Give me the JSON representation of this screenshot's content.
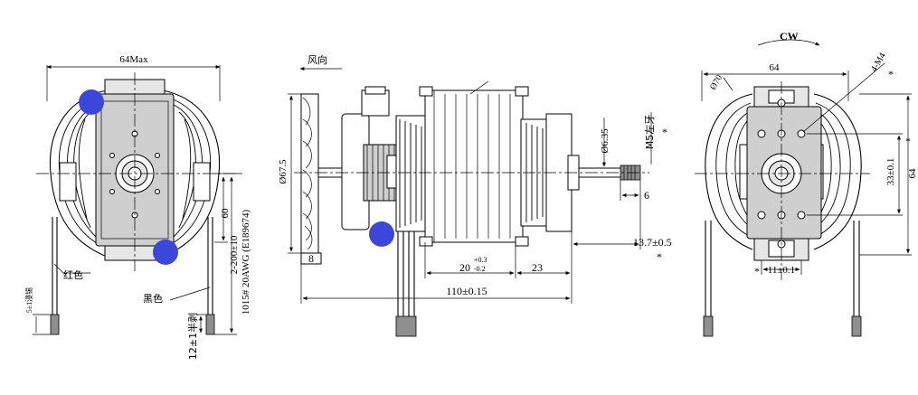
{
  "front_view": {
    "width_label": "64Max",
    "height_dim": "60",
    "wire_len": "2-200±10",
    "wire_spec": "1015# 20AWG (E189674)",
    "red_label": "红色",
    "black_label": "黑色",
    "tin_label": "5±1浸锡",
    "strip_label": "12±1半剥"
  },
  "side_view": {
    "wind_dir": "风向",
    "fan_dia": "Ø67.5",
    "fan_width": "8",
    "stack_main": "20",
    "stack_tol_plus": "+0.3",
    "stack_tol_minus": "-0.2",
    "dim_23": "23",
    "total_len": "110±0.15",
    "shaft_dia": "Ø6.35",
    "thread": "M5左牙",
    "thread_len": "6",
    "shaft_ext": "13.7±0.5",
    "mark": "*"
  },
  "end_view": {
    "rotation": "CW",
    "width": "64",
    "hole_dia": "Ø70",
    "screws": "4-M4",
    "hole_pitch": "33±0.1",
    "height": "64",
    "bottom_dim": "11±0.1",
    "mark": "*"
  },
  "colors": {
    "marker": "#3c46d8"
  }
}
